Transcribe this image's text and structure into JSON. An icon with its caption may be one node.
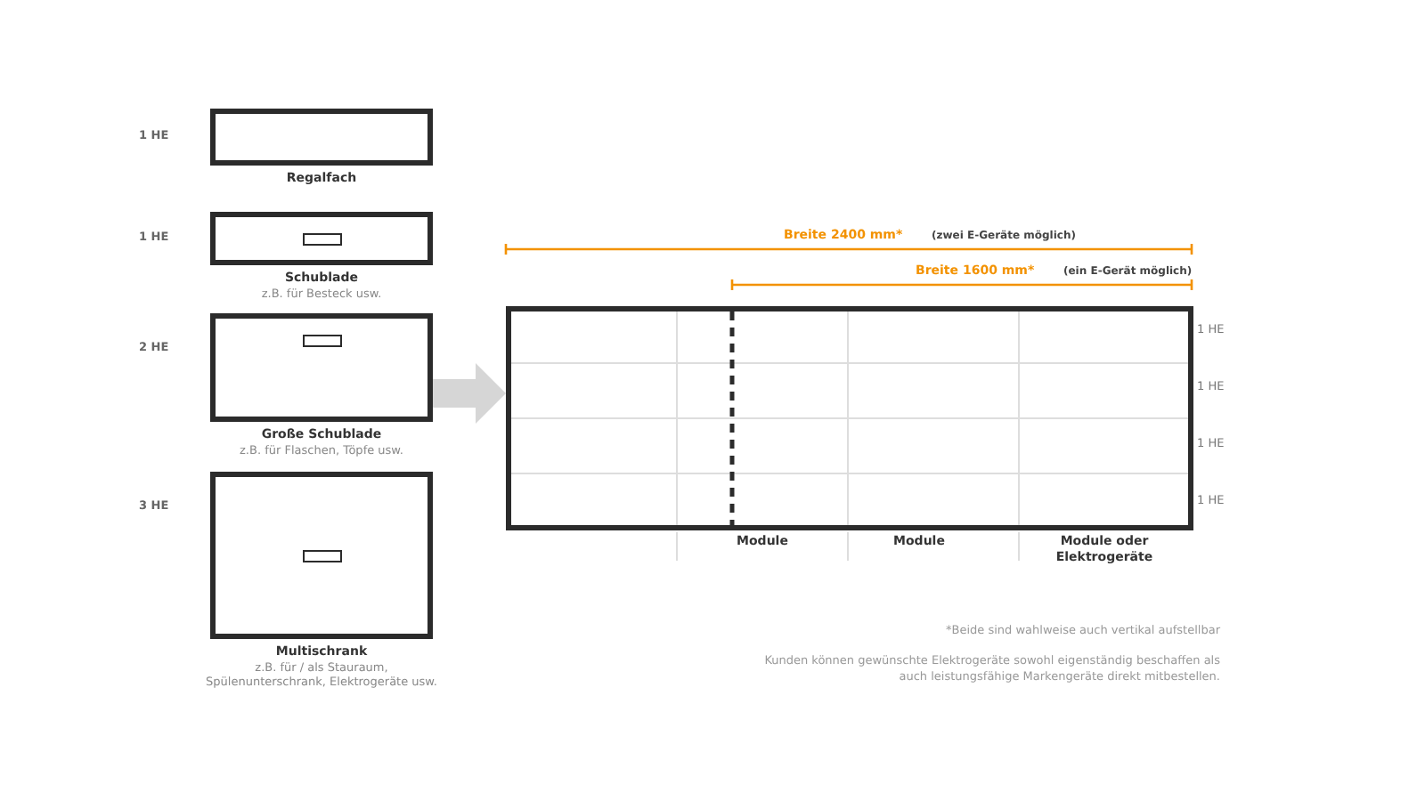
{
  "diagram": {
    "nodes": [
      {
        "text": [
          "Regalfach"
        ],
        "beside": [
          "1 HE"
        ]
      },
      {
        "text": [
          "Schublade",
          "z.B. für Besteck usw."
        ],
        "beside": [
          "1 HE"
        ]
      },
      {
        "text": [
          "Große Schublade",
          "z.B. für Flaschen, Töpfe usw."
        ],
        "beside": [
          "2 HE"
        ]
      },
      {
        "text": [
          "Multischrank",
          "z.B. für / als Stauraum, Spülenunterschrank, Elektrogeräte usw."
        ],
        "beside": [
          "3 HE"
        ]
      },
      {
        "text": [],
        "shape": "box",
        "beside": [
          "1 HE",
          "1 HE",
          "1 HE",
          "1 HE",
          "Module",
          "Module",
          "Module oder Elektrogeräte"
        ]
      }
    ],
    "edges": [
      {
        "from": 2,
        "to": 4,
        "arrow": "to",
        "style": "thick",
        "color": "#d6d6d6"
      }
    ],
    "labels": [
      "Breite 2400 mm*",
      "(zwei E-Geräte möglich)",
      "Breite 1600 mm*",
      "(ein E-Gerät möglich)",
      "*Beide sind wahlweise auch vertikal aufstellbar",
      "Kunden können gewünschte Elektrogeräte sowohl eigenständig beschaffen als auch leistungsfähige Markengeräte direkt mitbestellen."
    ]
  }
}
